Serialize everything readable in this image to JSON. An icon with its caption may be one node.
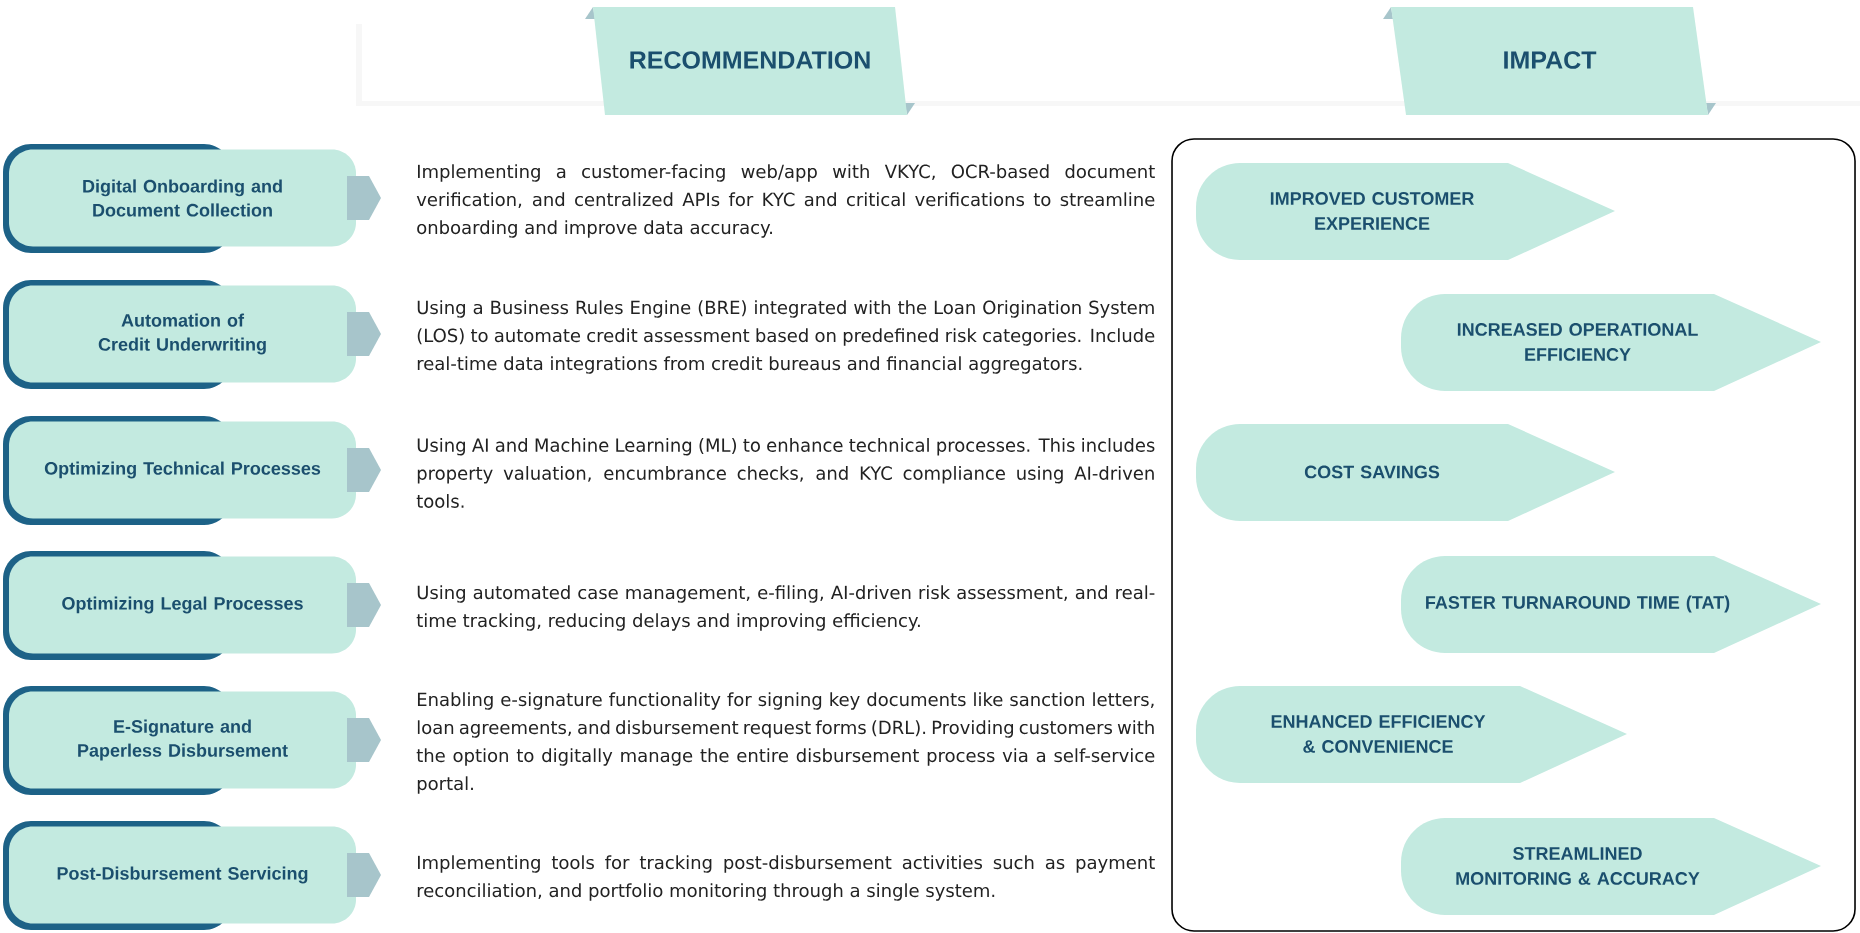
{
  "diagram": {
    "nodes": [
      {
        "text": [
          "RECOMMENDATION"
        ]
      },
      {
        "text": [
          "IMPACT"
        ]
      },
      {
        "text": [
          "Digital Onboarding and Document Collection"
        ],
        "beside": [
          "Implementing a customer-facing web/app with VKYC, OCR-based document verification, and centralized APIs for KYC and critical verifications to streamline onboarding and improve data accuracy."
        ]
      },
      {
        "text": [
          "Automation of Credit Underwriting"
        ],
        "beside": [
          "Using a Business Rules Engine (BRE) integrated with the Loan Origination System (LOS) to automate credit assessment based on predefined risk categories. Include real-time data integrations from credit bureaus and financial aggregators."
        ]
      },
      {
        "text": [
          "Optimizing Technical Processes"
        ],
        "beside": [
          "Using AI and Machine Learning (ML) to enhance technical processes. This includes property valuation, encumbrance checks, and KYC compliance using AI-driven tools."
        ]
      },
      {
        "text": [
          "Optimizing Legal Processes"
        ],
        "beside": [
          "Using automated case management, e-filing, AI-driven risk assessment, and real-time tracking, reducing delays and improving efficiency."
        ]
      },
      {
        "text": [
          "E-Signature and Paperless Disbursement"
        ],
        "beside": [
          "Enabling e-signature functionality for signing key documents like sanction letters, loan agreements, and disbursement request forms (DRL). Providing customers with the option to digitally manage the entire disbursement process via a self-service portal."
        ]
      },
      {
        "text": [
          "Post-Disbursement Servicing"
        ],
        "beside": [
          "Implementing tools for tracking post-disbursement activities such as payment reconciliation, and portfolio monitoring through a single system."
        ]
      },
      {
        "text": [],
        "shape": "box"
      },
      {
        "text": [
          "IMPROVED CUSTOMER EXPERIENCE"
        ],
        "in": 8
      },
      {
        "text": [
          "INCREASED OPERATIONAL EFFICIENCY"
        ],
        "in": 8
      },
      {
        "text": [
          "COST SAVINGS"
        ],
        "in": 8
      },
      {
        "text": [
          "FASTER TURNAROUND TIME (TAT)"
        ],
        "in": 8
      },
      {
        "text": [
          "ENHANCED EFFICIENCY & CONVENIENCE"
        ],
        "in": 8
      },
      {
        "text": [
          "STREAMLINED MONITORING & ACCURACY"
        ],
        "in": 8
      }
    ]
  }
}
